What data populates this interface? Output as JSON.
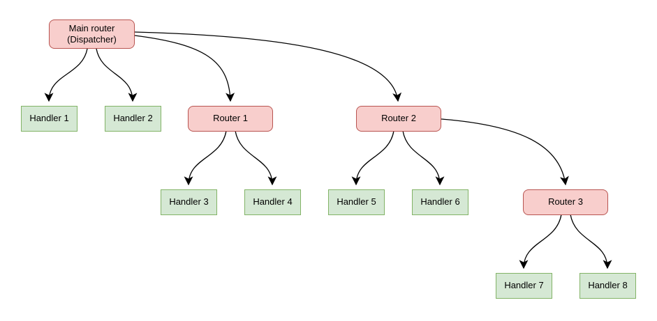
{
  "colors": {
    "router_fill": "#f8cecc",
    "router_border": "#b85450",
    "handler_fill": "#d5e8d4",
    "handler_border": "#82b366",
    "edge_color": "#000000",
    "text_color": "#000000",
    "background": "#ffffff"
  },
  "nodes": {
    "main_router": {
      "line1": "Main router",
      "line2": "(Dispatcher)"
    },
    "router1": {
      "label": "Router 1"
    },
    "router2": {
      "label": "Router 2"
    },
    "router3": {
      "label": "Router 3"
    },
    "handler1": {
      "label": "Handler 1"
    },
    "handler2": {
      "label": "Handler 2"
    },
    "handler3": {
      "label": "Handler 3"
    },
    "handler4": {
      "label": "Handler 4"
    },
    "handler5": {
      "label": "Handler 5"
    },
    "handler6": {
      "label": "Handler 6"
    },
    "handler7": {
      "label": "Handler 7"
    },
    "handler8": {
      "label": "Handler 8"
    }
  },
  "edges": [
    {
      "from": "main_router",
      "to": "handler1"
    },
    {
      "from": "main_router",
      "to": "handler2"
    },
    {
      "from": "main_router",
      "to": "router1"
    },
    {
      "from": "main_router",
      "to": "router2"
    },
    {
      "from": "router1",
      "to": "handler3"
    },
    {
      "from": "router1",
      "to": "handler4"
    },
    {
      "from": "router2",
      "to": "handler5"
    },
    {
      "from": "router2",
      "to": "handler6"
    },
    {
      "from": "router2",
      "to": "router3"
    },
    {
      "from": "router3",
      "to": "handler7"
    },
    {
      "from": "router3",
      "to": "handler8"
    }
  ]
}
